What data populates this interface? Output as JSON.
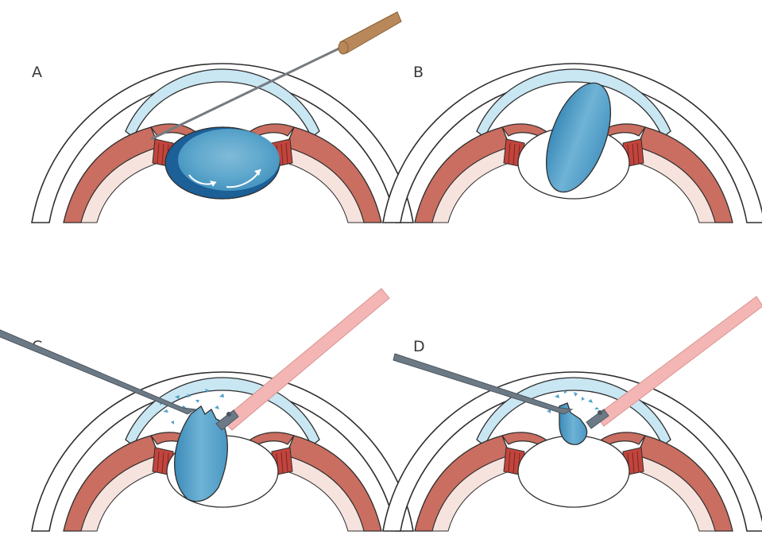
{
  "panels": [
    {
      "label": "A"
    },
    {
      "label": "B"
    },
    {
      "label": "C"
    },
    {
      "label": "D"
    }
  ],
  "colors": {
    "cornea": "#c9e6f3",
    "sclera": "#ffffff",
    "choroid": "#c96e60",
    "ciliary": "#c1453d",
    "lens_nucleus": "#4fa2c8",
    "lens_dark": "#1d5f97",
    "needle": "#747b80",
    "handle": "#b8885a",
    "chopper": "#6c7a86",
    "phaco_tip": "#f3b6b4",
    "outline": "#2e2e2e"
  }
}
